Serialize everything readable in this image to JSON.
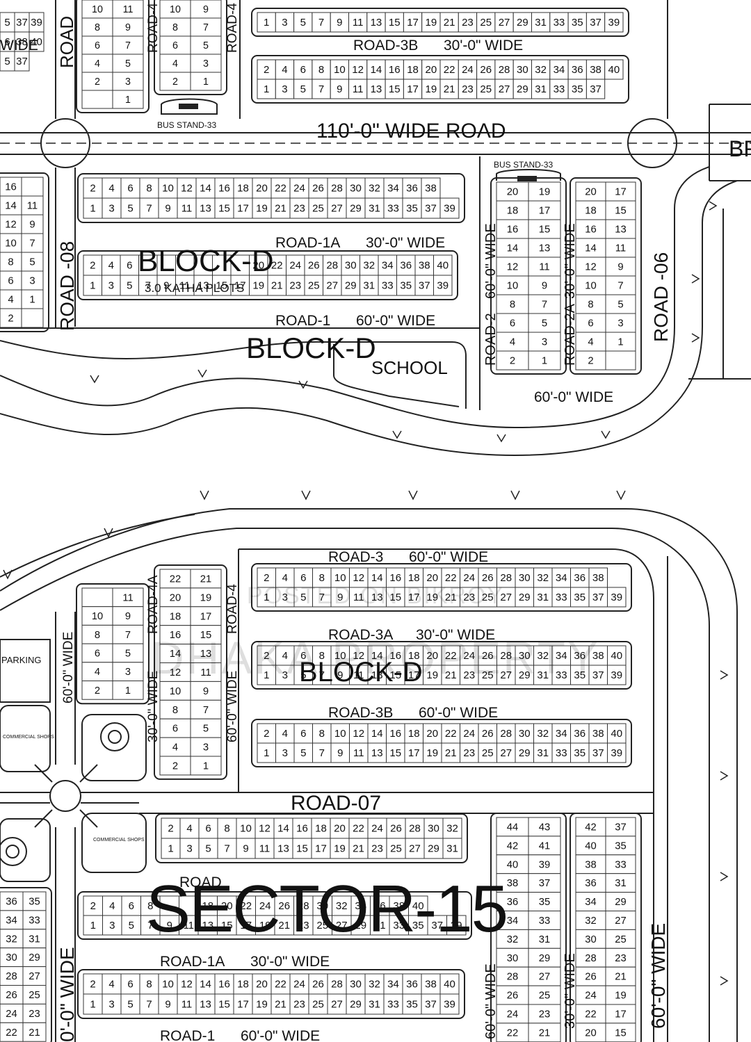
{
  "watermark": {
    "line1": "POSTED ON BIKROY",
    "line2": "DHAKA PROPERTY"
  },
  "sector": "SECTOR-15",
  "roads_upper": {
    "r110": "110'-0\" WIDE ROAD",
    "r3b_top": "ROAD-3B",
    "w30_top": "30'-0\" WIDE",
    "r4_left": "ROAD-4",
    "r4_right": "ROAD-4",
    "road_left_top": "ROAD",
    "bus_stand_left": "BUS STAND-33",
    "bus_stand_right": "BUS STAND-33",
    "road08": "ROAD -08",
    "road06": "ROAD -06",
    "road1a": "ROAD-1A",
    "w30_1a": "30'-0\" WIDE",
    "road1": "ROAD-1",
    "w60_1": "60'-0\" WIDE",
    "road2": "ROAD-2",
    "w60_2": "60'-0\" WIDE",
    "road2a": "ROAD-2A",
    "w30_2a": "30'-0\" WIDE",
    "w60_bottom": "60'-0\"  WIDE",
    "left_top_wide": "WIDE",
    "br": "BR"
  },
  "labels_upper": {
    "block_d_1": "BLOCK-D",
    "katha": "3.0 KATHA PLOTS",
    "block_d_2": "BLOCK-D",
    "school": "SCHOOL"
  },
  "roads_lower": {
    "road3": "ROAD-3",
    "w60_3": "60'-0\" WIDE",
    "road3a": "ROAD-3A",
    "w30_3a": "30'-0\" WIDE",
    "road3b": "ROAD-3B",
    "w60_3b": "60'-0\" WIDE",
    "road4a": "ROAD-4A",
    "road4": "ROAD-4",
    "road07": "ROAD-07",
    "road1a": "ROAD-1A",
    "w30_1a": "30'-0\" WIDE",
    "road1": "ROAD-1",
    "w60_1": "60'-0\" WIDE",
    "w60_left": "60'-0\" WIDE",
    "w30_left": "30'-0\" WIDE",
    "w60_mid": "60'-0\" WIDE",
    "w60_leftedge": "0'-0\" WIDE",
    "w60_right": "60'-0\" WIDE",
    "w60_rpair": "60'-0\" WIDE",
    "w30_rpair": "30'-0\" WIDE",
    "road_partial": "ROAD",
    "parking": "PARKING",
    "commercial_shops": "COMMERCIAL SHOPS",
    "block_d": "BLOCK-D"
  },
  "plot_grids": [
    {
      "id": "u-top-a",
      "rows": [
        [
          "1",
          "3",
          "5",
          "7",
          "9",
          "11",
          "13",
          "15",
          "17",
          "19",
          "21",
          "23",
          "25",
          "27",
          "29",
          "31",
          "33",
          "35",
          "37",
          "39"
        ]
      ]
    },
    {
      "id": "u-top-b",
      "rows": [
        [
          "2",
          "4",
          "6",
          "8",
          "10",
          "12",
          "14",
          "16",
          "18",
          "20",
          "22",
          "24",
          "26",
          "28",
          "30",
          "32",
          "34",
          "36",
          "38",
          "40"
        ],
        [
          "1",
          "3",
          "5",
          "7",
          "9",
          "11",
          "13",
          "15",
          "17",
          "19",
          "21",
          "23",
          "25",
          "27",
          "29",
          "31",
          "33",
          "35",
          "37"
        ]
      ]
    },
    {
      "id": "u-left-partial",
      "rows": [
        [
          "5",
          "37",
          "39"
        ],
        [
          "6",
          "38",
          "40"
        ],
        [
          "5",
          "37"
        ]
      ]
    },
    {
      "id": "u-pair-a",
      "rows": [
        [
          "10",
          "11"
        ],
        [
          "8",
          "9"
        ],
        [
          "6",
          "7"
        ],
        [
          "4",
          "5"
        ],
        [
          "2",
          "3"
        ],
        [
          "",
          "1"
        ]
      ]
    },
    {
      "id": "u-pair-b",
      "rows": [
        [
          "10",
          "9"
        ],
        [
          "8",
          "7"
        ],
        [
          "6",
          "5"
        ],
        [
          "4",
          "3"
        ],
        [
          "2",
          "1"
        ]
      ]
    },
    {
      "id": "u-d1",
      "rows": [
        [
          "2",
          "4",
          "6",
          "8",
          "10",
          "12",
          "14",
          "16",
          "18",
          "20",
          "22",
          "24",
          "26",
          "28",
          "30",
          "32",
          "34",
          "36",
          "38"
        ],
        [
          "1",
          "3",
          "5",
          "7",
          "9",
          "11",
          "13",
          "15",
          "17",
          "19",
          "21",
          "23",
          "25",
          "27",
          "29",
          "31",
          "33",
          "35",
          "37",
          "39"
        ]
      ]
    },
    {
      "id": "u-d2",
      "rows": [
        [
          "2",
          "4",
          "6",
          "",
          "",
          "",
          "",
          "",
          "",
          "20",
          "22",
          "24",
          "26",
          "28",
          "30",
          "32",
          "34",
          "36",
          "38",
          "40"
        ],
        [
          "1",
          "3",
          "5",
          "7",
          "9",
          "11",
          "13",
          "15",
          "17",
          "19",
          "21",
          "23",
          "25",
          "27",
          "29",
          "31",
          "33",
          "35",
          "37",
          "39"
        ]
      ]
    },
    {
      "id": "u-left-col",
      "rows": [
        [
          "16",
          ""
        ],
        [
          "14",
          "11"
        ],
        [
          "12",
          "9"
        ],
        [
          "10",
          "7"
        ],
        [
          "8",
          "5"
        ],
        [
          "6",
          "3"
        ],
        [
          "4",
          "1"
        ],
        [
          "2",
          ""
        ]
      ]
    },
    {
      "id": "u-r2",
      "rows": [
        [
          "20",
          "19"
        ],
        [
          "18",
          "17"
        ],
        [
          "16",
          "15"
        ],
        [
          "14",
          "13"
        ],
        [
          "12",
          "11"
        ],
        [
          "10",
          "9"
        ],
        [
          "8",
          "7"
        ],
        [
          "6",
          "5"
        ],
        [
          "4",
          "3"
        ],
        [
          "2",
          "1"
        ]
      ]
    },
    {
      "id": "u-r2a",
      "rows": [
        [
          "20",
          "17"
        ],
        [
          "18",
          "15"
        ],
        [
          "16",
          "13"
        ],
        [
          "14",
          "11"
        ],
        [
          "12",
          "9"
        ],
        [
          "10",
          "7"
        ],
        [
          "8",
          "5"
        ],
        [
          "6",
          "3"
        ],
        [
          "4",
          "1"
        ],
        [
          "2",
          ""
        ]
      ]
    },
    {
      "id": "l-3",
      "rows": [
        [
          "2",
          "4",
          "6",
          "8",
          "10",
          "12",
          "14",
          "16",
          "18",
          "20",
          "22",
          "24",
          "26",
          "28",
          "30",
          "32",
          "34",
          "36",
          "38"
        ],
        [
          "1",
          "3",
          "5",
          "7",
          "9",
          "11",
          "13",
          "15",
          "17",
          "19",
          "21",
          "23",
          "25",
          "27",
          "29",
          "31",
          "33",
          "35",
          "37",
          "39"
        ]
      ]
    },
    {
      "id": "l-3a",
      "rows": [
        [
          "2",
          "4",
          "6",
          "8",
          "10",
          "12",
          "14",
          "16",
          "18",
          "20",
          "22",
          "24",
          "26",
          "28",
          "30",
          "32",
          "34",
          "36",
          "38",
          "40"
        ],
        [
          "1",
          "3",
          "5",
          "7",
          "9",
          "11",
          "13",
          "15",
          "17",
          "19",
          "21",
          "23",
          "25",
          "27",
          "29",
          "31",
          "33",
          "35",
          "37",
          "39"
        ]
      ]
    },
    {
      "id": "l-3b",
      "rows": [
        [
          "2",
          "4",
          "6",
          "8",
          "10",
          "12",
          "14",
          "16",
          "18",
          "20",
          "22",
          "24",
          "26",
          "28",
          "30",
          "32",
          "34",
          "36",
          "38",
          "40"
        ],
        [
          "1",
          "3",
          "5",
          "7",
          "9",
          "11",
          "13",
          "15",
          "17",
          "19",
          "21",
          "23",
          "25",
          "27",
          "29",
          "31",
          "33",
          "35",
          "37",
          "39"
        ]
      ]
    },
    {
      "id": "l-4a",
      "rows": [
        [
          "",
          "11"
        ],
        [
          "10",
          "9"
        ],
        [
          "8",
          "7"
        ],
        [
          "6",
          "5"
        ],
        [
          "4",
          "3"
        ],
        [
          "2",
          "1"
        ]
      ]
    },
    {
      "id": "l-4",
      "rows": [
        [
          "22",
          "21"
        ],
        [
          "20",
          "19"
        ],
        [
          "18",
          "17"
        ],
        [
          "16",
          "15"
        ],
        [
          "14",
          "13"
        ],
        [
          "12",
          "11"
        ],
        [
          "10",
          "9"
        ],
        [
          "8",
          "7"
        ],
        [
          "6",
          "5"
        ],
        [
          "4",
          "3"
        ],
        [
          "2",
          "1"
        ]
      ]
    },
    {
      "id": "l-07",
      "rows": [
        [
          "2",
          "4",
          "6",
          "8",
          "10",
          "12",
          "14",
          "16",
          "18",
          "20",
          "22",
          "24",
          "26",
          "28",
          "30",
          "32"
        ],
        [
          "1",
          "3",
          "5",
          "7",
          "9",
          "11",
          "13",
          "15",
          "17",
          "19",
          "21",
          "23",
          "25",
          "27",
          "29",
          "31"
        ]
      ]
    },
    {
      "id": "l-s15",
      "rows": [
        [
          "2",
          "4",
          "6",
          "8",
          "",
          "",
          "18",
          "20",
          "22",
          "24",
          "26",
          "28",
          "30",
          "32",
          "34",
          "36",
          "38",
          "40"
        ],
        [
          "1",
          "3",
          "5",
          "7",
          "9",
          "11",
          "13",
          "15",
          "17",
          "19",
          "21",
          "23",
          "25",
          "27",
          "29",
          "31",
          "33",
          "35",
          "37",
          "39"
        ]
      ]
    },
    {
      "id": "l-1a",
      "rows": [
        [
          "2",
          "4",
          "6",
          "8",
          "10",
          "12",
          "14",
          "16",
          "18",
          "20",
          "22",
          "24",
          "26",
          "28",
          "30",
          "32",
          "34",
          "36",
          "38",
          "40"
        ],
        [
          "1",
          "3",
          "5",
          "7",
          "9",
          "11",
          "13",
          "15",
          "17",
          "19",
          "21",
          "23",
          "25",
          "27",
          "29",
          "31",
          "33",
          "35",
          "37",
          "39"
        ]
      ]
    },
    {
      "id": "l-right-a",
      "rows": [
        [
          "44",
          "43"
        ],
        [
          "42",
          "41"
        ],
        [
          "40",
          "39"
        ],
        [
          "38",
          "37"
        ],
        [
          "36",
          "35"
        ],
        [
          "34",
          "33"
        ],
        [
          "32",
          "31"
        ],
        [
          "30",
          "29"
        ],
        [
          "28",
          "27"
        ],
        [
          "26",
          "25"
        ],
        [
          "24",
          "23"
        ],
        [
          "22",
          "21"
        ]
      ]
    },
    {
      "id": "l-right-b",
      "rows": [
        [
          "42",
          "37"
        ],
        [
          "40",
          "35"
        ],
        [
          "38",
          "33"
        ],
        [
          "36",
          "31"
        ],
        [
          "34",
          "29"
        ],
        [
          "32",
          "27"
        ],
        [
          "30",
          "25"
        ],
        [
          "28",
          "23"
        ],
        [
          "26",
          "21"
        ],
        [
          "24",
          "19"
        ],
        [
          "22",
          "17"
        ],
        [
          "20",
          "15"
        ]
      ]
    },
    {
      "id": "l-left-partial",
      "rows": [
        [
          "36",
          "35"
        ],
        [
          "34",
          "33"
        ],
        [
          "32",
          "31"
        ],
        [
          "30",
          "29"
        ],
        [
          "28",
          "27"
        ],
        [
          "26",
          "25"
        ],
        [
          "24",
          "23"
        ],
        [
          "22",
          "21"
        ]
      ]
    }
  ]
}
